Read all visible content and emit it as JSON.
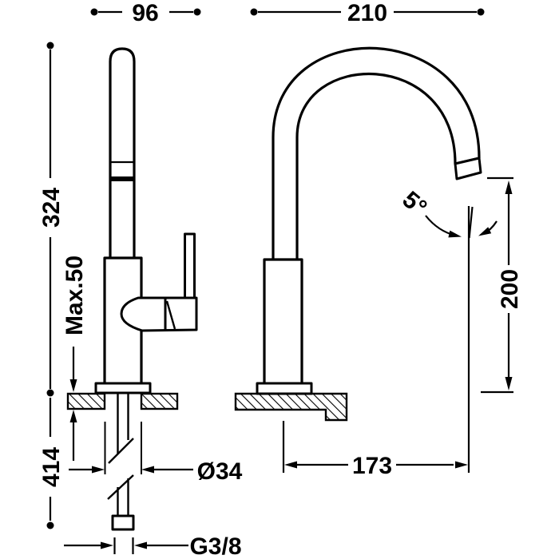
{
  "drawing": {
    "type": "faucet-installation-dimensions",
    "colors": {
      "background": "#ffffff",
      "line": "#000000"
    },
    "views": {
      "side_view": "side profile of single-lever sink mixer with handle",
      "front_view": "front profile with high arc swivel spout"
    },
    "dimensions": {
      "spout_depth": "96",
      "overall_width": "210",
      "height_above_deck": "324",
      "max_deck_thickness": "Max.50",
      "below_deck_length": "414",
      "body_diameter": "Ø34",
      "inlet_thread": "G3/8",
      "spout_reach": "173",
      "outlet_height": "200",
      "outlet_angle": "5°"
    }
  }
}
